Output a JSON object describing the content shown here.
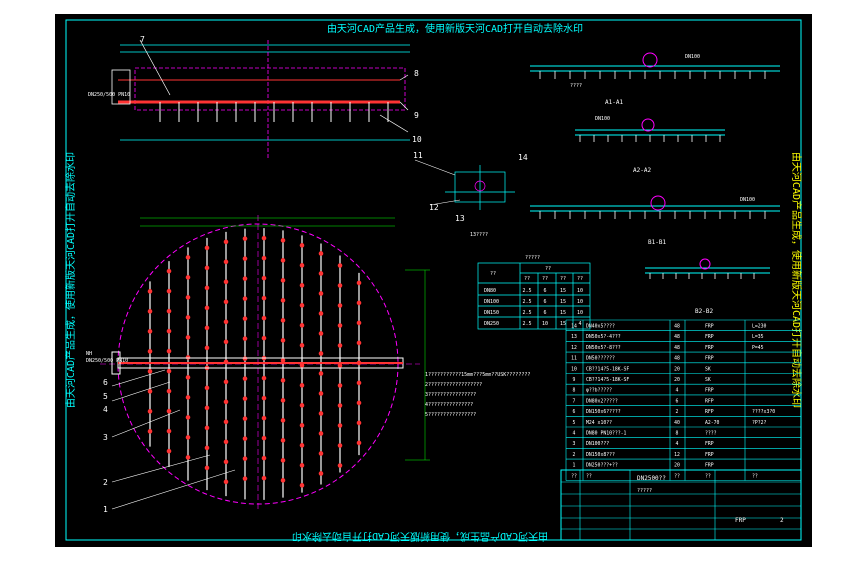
{
  "watermark": {
    "top": "由天河CAD产品生成，使用新版天河CAD打开自动去除水印",
    "bottom": "由天河CAD产品生成，使用新版天河CAD打开自动去除水印",
    "left": "由天河CAD产品生成，使用新版天河CAD打开自动去除水印",
    "right": "由天河CAD产品生成，使用新版天河CAD打开自动去除水印"
  },
  "labels": {
    "dn250_top": "DN250/500 PN10",
    "dn250_left_a": "NH",
    "dn250_left_b": "DN250/500 PN10",
    "part_7": "7",
    "part_8": "8",
    "part_9": "9",
    "part_10": "10",
    "part_11": "11",
    "part_12": "12",
    "part_13": "13",
    "part_14": "14",
    "part_1": "1",
    "part_2": "2",
    "part_3": "3",
    "part_4": "4",
    "part_5": "5",
    "part_6": "6",
    "q_13": "13????",
    "sec_a1": "A1-A1",
    "sec_a2": "A2-A2",
    "sec_b1": "B1-B1",
    "sec_b2": "B2-B2",
    "dn100": "DN100",
    "q_small": "????",
    "table_title": "?????",
    "note1": "1???????????15mm???5mm??USK????????",
    "note2": "2??????????????????",
    "note3": "3????????????????",
    "note4": "4???????????????",
    "note5": "5????????????????",
    "title_dwg": "DN2500??",
    "title_sub": "?????",
    "title_mat": "FRP",
    "title_scale": "2"
  },
  "pipe_table": {
    "headers": [
      "??",
      "??",
      "??",
      "??",
      "??"
    ],
    "group": "??",
    "rows": [
      [
        "DN80",
        "2.5",
        "6",
        "15",
        "10"
      ],
      [
        "DN100",
        "2.5",
        "6",
        "15",
        "10"
      ],
      [
        "DN150",
        "2.5",
        "6",
        "15",
        "10"
      ],
      [
        "DN250",
        "2.5",
        "10",
        "15",
        "4"
      ]
    ]
  },
  "bom": {
    "rows": [
      [
        "14",
        "DN40x5????",
        "48",
        "FRP",
        "L=230"
      ],
      [
        "13",
        "DN50x5?-4???",
        "48",
        "FRP",
        "L=35"
      ],
      [
        "12",
        "DN50x5?-8???",
        "48",
        "FRP",
        "P=45"
      ],
      [
        "11",
        "DN50??????",
        "48",
        "FRP",
        ""
      ],
      [
        "10",
        "CB??14?5-18K-SF",
        "20",
        "SK",
        ""
      ],
      [
        "9",
        "CB??14?5-18K-SF",
        "20",
        "SK",
        ""
      ],
      [
        "8",
        "φ??b?????",
        "4",
        "FRP",
        ""
      ],
      [
        "7",
        "DN80x2?????",
        "6",
        "RFP",
        ""
      ],
      [
        "6",
        "DN150x6?????",
        "2",
        "RFP",
        "????x3?0"
      ],
      [
        "5",
        "M24 x10??",
        "40",
        "A2-70",
        "?P?2?"
      ],
      [
        "4",
        "DN80 PN10???-1",
        "8",
        "????",
        ""
      ],
      [
        "3",
        "DN100???",
        "4",
        "FRP",
        ""
      ],
      [
        "2",
        "DN150x8???",
        "12",
        "FRP",
        ""
      ],
      [
        "1",
        "DN250???+??",
        "20",
        "FRP",
        ""
      ]
    ],
    "header": [
      "??",
      "??",
      "??",
      "??",
      "??"
    ]
  },
  "colors": {
    "background": "#000000",
    "frame": "#00ffff",
    "pipe": "#ff3333",
    "dim": "#00ff00",
    "circle": "#ff00ff",
    "label": "#ffffff",
    "accent": "#ffff00"
  }
}
